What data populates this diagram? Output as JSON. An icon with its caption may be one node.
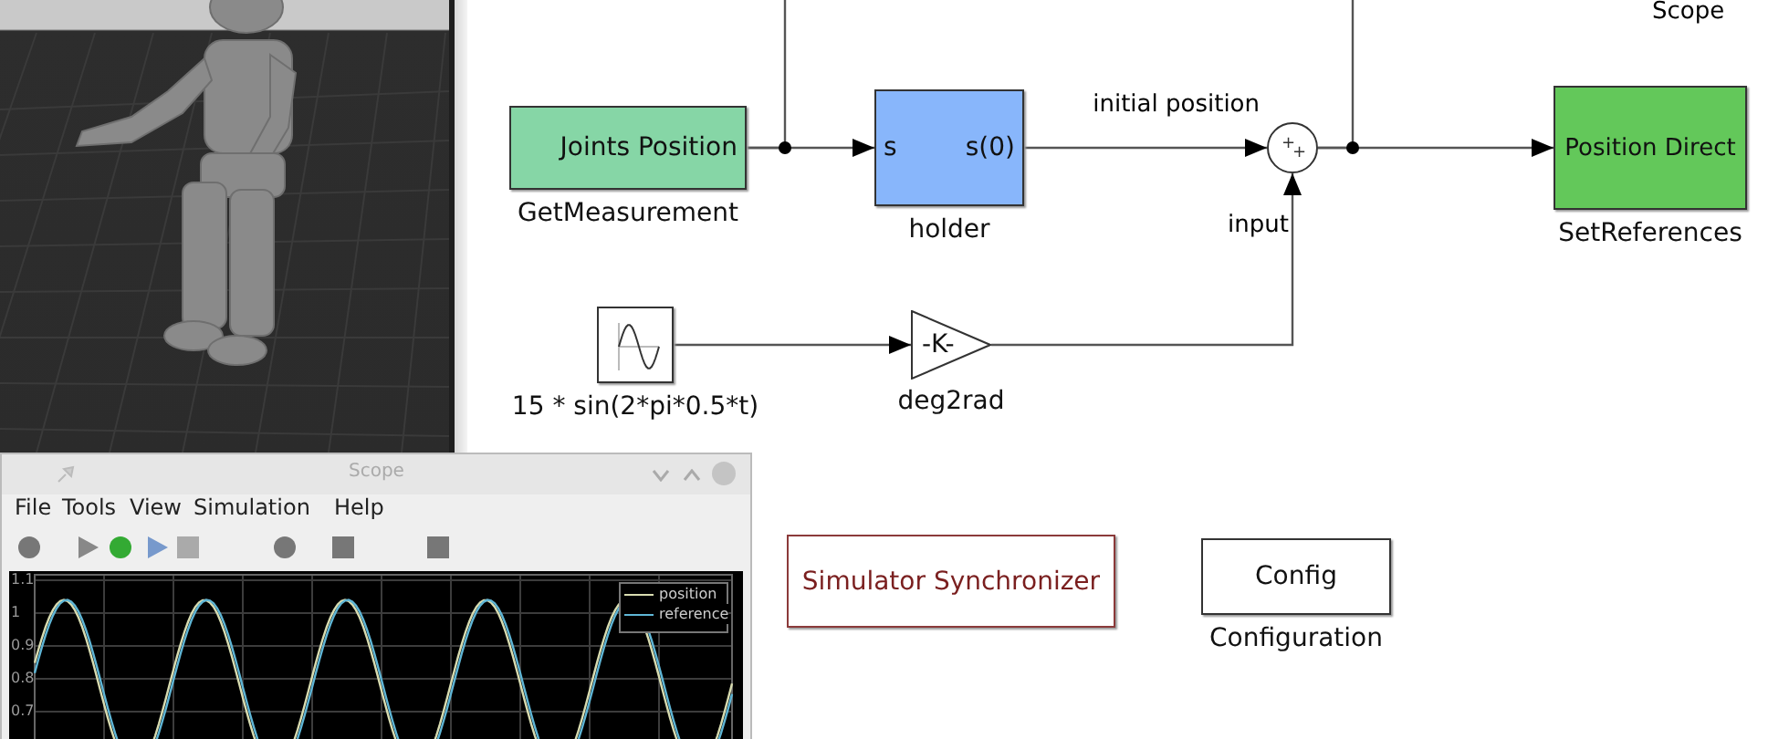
{
  "diagram": {
    "nodes": [
      {
        "text": [
          "Joints Position"
        ],
        "beside": [
          "GetMeasurement"
        ]
      },
      {
        "text": [
          "s",
          "s(0)"
        ],
        "beside": [
          "holder"
        ]
      },
      {
        "text": [
          "+",
          "+"
        ]
      },
      {
        "text": [
          "Position Direct"
        ],
        "beside": [
          "SetReferences"
        ]
      },
      {
        "text": [],
        "shape": "picture",
        "beside": [
          "15 * sin(2*pi*0.5*t)"
        ]
      },
      {
        "text": [
          "-K-"
        ],
        "beside": [
          "deg2rad"
        ]
      },
      {
        "text": [
          "Simulator Synchronizer"
        ]
      },
      {
        "text": [
          "Config"
        ],
        "beside": [
          "Configuration"
        ]
      }
    ],
    "edges": [
      {
        "from": 0,
        "to": 1,
        "arrow": "to"
      },
      {
        "from": 0,
        "to": null,
        "arrow": "none"
      },
      {
        "from": 1,
        "to": 2,
        "arrow": "to",
        "label": "initial position"
      },
      {
        "from": 4,
        "to": 5,
        "arrow": "to"
      },
      {
        "from": 5,
        "to": 2,
        "arrow": "to",
        "label": "input"
      },
      {
        "from": 2,
        "to": 3,
        "arrow": "to"
      },
      {
        "from": 2,
        "to": null,
        "arrow": "none"
      }
    ],
    "labels": [
      "Scope",
      "Scope",
      "File",
      "Tools",
      "View",
      "Simulation",
      "Help",
      "1.1",
      "1",
      "0.9",
      "0.8",
      "0.7"
    ],
    "legend": [
      {
        "text": "position"
      },
      {
        "text": "reference"
      }
    ]
  }
}
